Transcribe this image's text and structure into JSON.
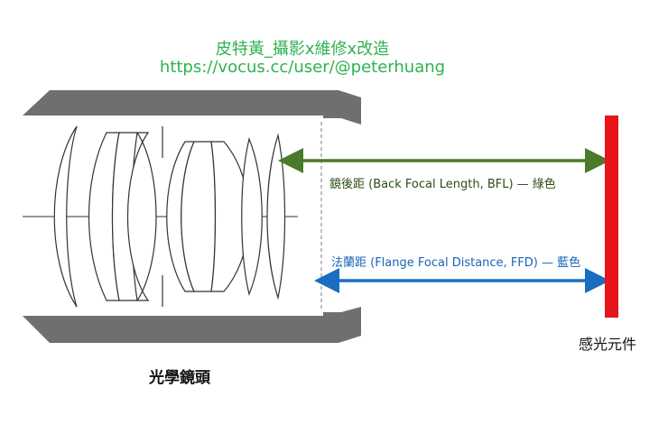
{
  "watermark": {
    "line1": "皮特黃_攝影x維修x改造",
    "line2": "https://vocus.cc/user/@peterhuang"
  },
  "labels": {
    "bfl": "鏡後距 (Back Focal Length, BFL) — 綠色",
    "ffd": "法蘭距 (Flange Focal Distance, FFD) — 藍色",
    "sensor": "感光元件",
    "lens": "光學鏡頭"
  },
  "colors": {
    "bfl_arrow": "#4a7a2a",
    "ffd_arrow": "#1a6ec0",
    "sensor": "#e8141b",
    "barrel": "#6f6f6f",
    "watermark": "#2fb24f"
  }
}
